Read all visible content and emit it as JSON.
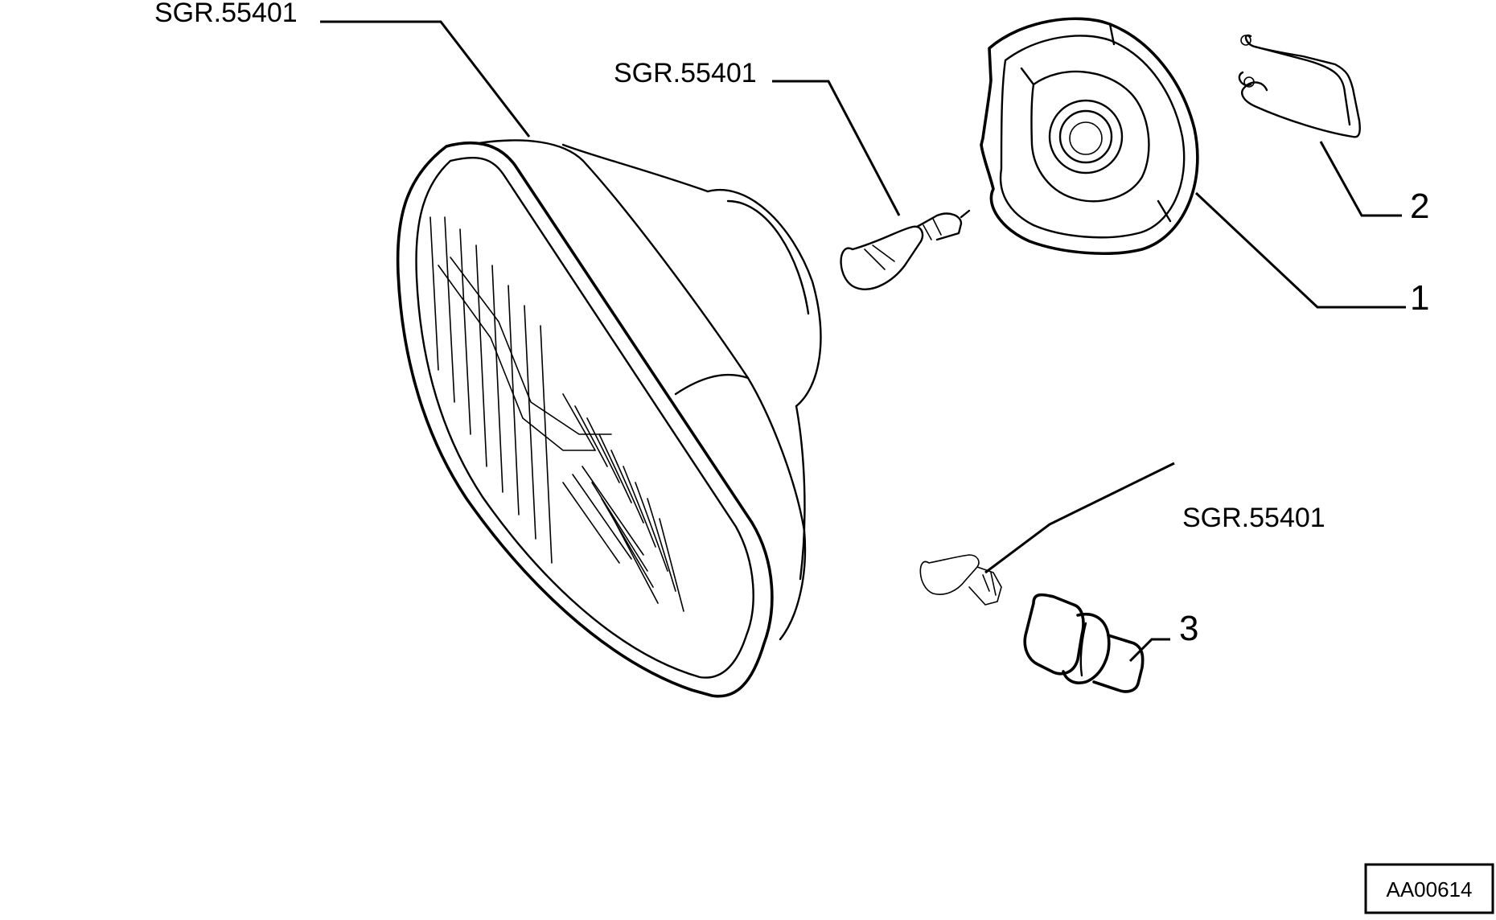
{
  "callouts": {
    "bulb_headlamp_ref": "SGR.55401",
    "bulb_upper_ref": "SGR.55401",
    "bulb_lower_ref": "SGR.55401",
    "part_1": "1",
    "part_2": "2",
    "part_3": "3"
  },
  "drawing_code": "AA00614"
}
